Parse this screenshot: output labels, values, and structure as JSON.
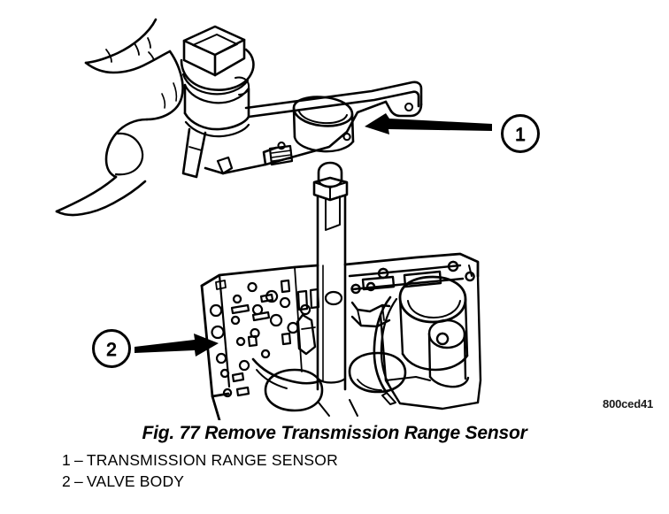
{
  "figure": {
    "title": "Fig. 77 Remove Transmission Range Sensor",
    "part_code": "800ced41",
    "callouts": [
      {
        "number": "1",
        "points_to": "transmission-range-sensor",
        "direction": "left"
      },
      {
        "number": "2",
        "points_to": "valve-body",
        "direction": "right"
      }
    ],
    "legend": [
      {
        "number": "1",
        "dash": "–",
        "label": "TRANSMISSION RANGE SENSOR"
      },
      {
        "number": "2",
        "dash": "–",
        "label": "VALVE BODY"
      }
    ],
    "illustration": {
      "description": "Line drawing of a hand removing the transmission range sensor from the valve body",
      "subjects": [
        "hand-gripping-sensor",
        "transmission-range-sensor",
        "sensor-mounting-bracket",
        "manual-shaft",
        "valve-body",
        "separator-plate",
        "accumulator-housing"
      ]
    },
    "colors": {
      "ink": "#000000",
      "background": "#ffffff"
    }
  }
}
